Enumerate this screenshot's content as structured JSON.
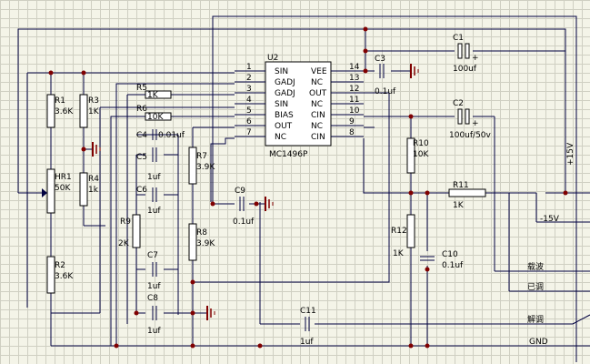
{
  "ic": {
    "ref": "U2",
    "part": "MC1496P",
    "left": [
      {
        "num": "1",
        "name": "SIN"
      },
      {
        "num": "2",
        "name": "GADJ"
      },
      {
        "num": "3",
        "name": "GADJ"
      },
      {
        "num": "4",
        "name": "SIN"
      },
      {
        "num": "5",
        "name": "BIAS"
      },
      {
        "num": "6",
        "name": "OUT"
      },
      {
        "num": "7",
        "name": "NC"
      }
    ],
    "right": [
      {
        "num": "14",
        "name": "VEE"
      },
      {
        "num": "13",
        "name": "NC"
      },
      {
        "num": "12",
        "name": "OUT"
      },
      {
        "num": "11",
        "name": "NC"
      },
      {
        "num": "10",
        "name": "CIN"
      },
      {
        "num": "9",
        "name": "NC"
      },
      {
        "num": "8",
        "name": "CIN"
      }
    ]
  },
  "components": {
    "r1": {
      "ref": "R1",
      "value": "3.6K"
    },
    "r2": {
      "ref": "R2",
      "value": "3.6K"
    },
    "r3": {
      "ref": "R3",
      "value": "1K"
    },
    "r4": {
      "ref": "R4",
      "value": "1k"
    },
    "hr1": {
      "ref": "HR1",
      "value": "50K"
    },
    "r5": {
      "ref": "R5",
      "value": "1K"
    },
    "r6": {
      "ref": "R6",
      "value": "10K"
    },
    "r7": {
      "ref": "R7",
      "value": "3.9K"
    },
    "r8": {
      "ref": "R8",
      "value": "3.9K"
    },
    "r9": {
      "ref": "R9",
      "value": "2K"
    },
    "r10": {
      "ref": "R10",
      "value": "10K"
    },
    "r11": {
      "ref": "R11",
      "value": "1K"
    },
    "r12": {
      "ref": "R12",
      "value": "1K"
    },
    "c1": {
      "ref": "C1",
      "value": "100uf",
      "polarity": "+"
    },
    "c2": {
      "ref": "C2",
      "value": "100uf/50v",
      "polarity": "+"
    },
    "c3": {
      "ref": "C3",
      "value": "0.1uf"
    },
    "c4": {
      "ref": "C4",
      "value": "0.01uf"
    },
    "c5": {
      "ref": "C5",
      "value": "1uf"
    },
    "c6": {
      "ref": "C6",
      "value": "1uf"
    },
    "c7": {
      "ref": "C7",
      "value": "1uf"
    },
    "c8": {
      "ref": "C8",
      "value": "1uf"
    },
    "c9": {
      "ref": "C9",
      "value": "0.1uf"
    },
    "c10": {
      "ref": "C10",
      "value": "0.1uf"
    },
    "c11": {
      "ref": "C11",
      "value": "1uf"
    }
  },
  "nets": {
    "plus15v": "+15V",
    "minus15v": "-15V",
    "carrier": "载波",
    "modulated": "已调",
    "demodulated": "解调",
    "gnd": "GND"
  },
  "colors": {
    "background": "#f4f4e8",
    "grid": "#cfcfc2",
    "wire": "#000040",
    "junction": "#800000",
    "ground": "#800000"
  }
}
